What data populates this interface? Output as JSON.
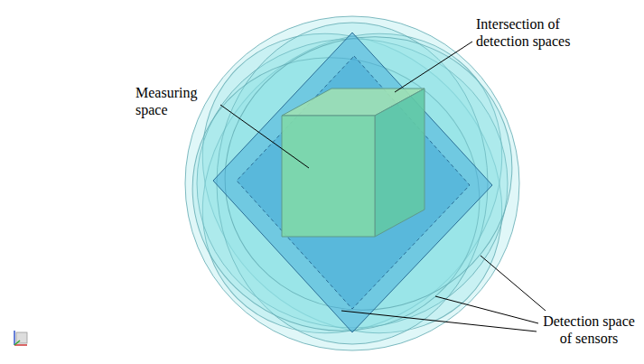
{
  "diagram": {
    "labels": [
      "Measuring space",
      "Intersection of detection spaces",
      "Detection space of sensors"
    ]
  }
}
